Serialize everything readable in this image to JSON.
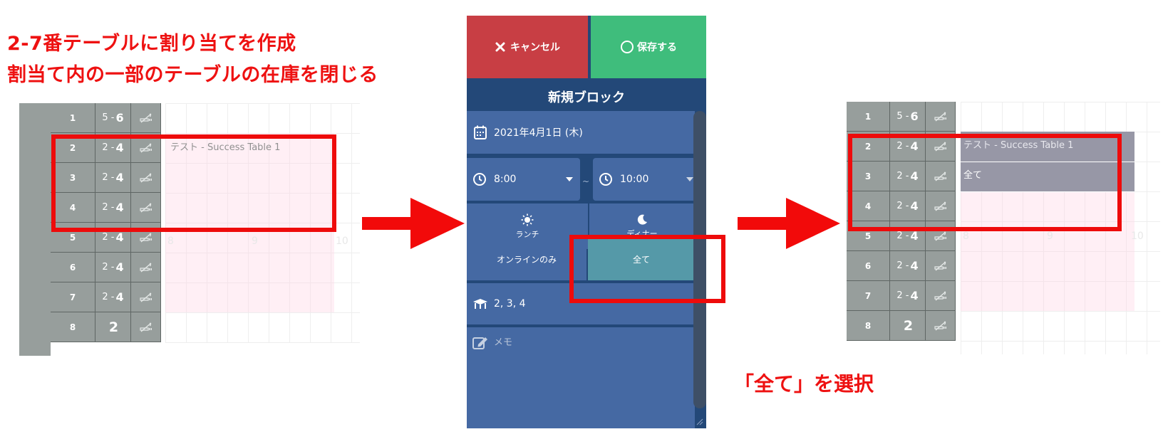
{
  "instructions": {
    "line1": "2-7番テーブルに割り当てを作成",
    "line2": "割当て内の一部のテーブルの在庫を閉じる"
  },
  "tables": [
    {
      "num": "1",
      "cap_pre": "5 -",
      "cap_max": "6"
    },
    {
      "num": "2",
      "cap_pre": "2 -",
      "cap_max": "4"
    },
    {
      "num": "3",
      "cap_pre": "2 -",
      "cap_max": "4"
    },
    {
      "num": "4",
      "cap_pre": "2 -",
      "cap_max": "4"
    },
    {
      "num": "5",
      "cap_pre": "2 -",
      "cap_max": "4"
    },
    {
      "num": "6",
      "cap_pre": "2 -",
      "cap_max": "4"
    },
    {
      "num": "7",
      "cap_pre": "2 -",
      "cap_max": "4"
    },
    {
      "num": "8",
      "cap_pre": "",
      "cap_max": "2"
    }
  ],
  "timeline": {
    "hour_ticks": [
      "8",
      "9",
      "10"
    ]
  },
  "left_view": {
    "block_label": "テスト - Success Table 1"
  },
  "right_view": {
    "block_label": "テスト - Success Table 1",
    "block_sublabel": "全て"
  },
  "form": {
    "cancel_label": "キャンセル",
    "save_label": "保存する",
    "title": "新規ブロック",
    "date": "2021年4月1日 (木)",
    "start_time": "8:00",
    "range_separator": "~",
    "end_time": "10:00",
    "meal_lunch": "ランチ",
    "meal_dinner": "ディナー",
    "scope_online": "オンラインのみ",
    "scope_all": "全て",
    "tables_value": "2, 3, 4",
    "memo_placeholder": "メモ"
  },
  "caption": "「全て」を選択",
  "colors": {
    "highlight_red": "#ee0b0b",
    "cancel_red": "#c83e44",
    "save_green": "#3fbd7c",
    "panel_navy": "#234878",
    "field_blue": "#4569a3",
    "selected_teal": "#5599a8",
    "row_gray": "#979e9c",
    "closed_block_gray": "#9797a6"
  },
  "icons": [
    "close-icon",
    "circle-icon",
    "calendar-icon",
    "clock-icon",
    "chevron-down-icon",
    "sun-icon",
    "moon-icon",
    "table-icon",
    "edit-icon",
    "no-smoking-icon"
  ]
}
